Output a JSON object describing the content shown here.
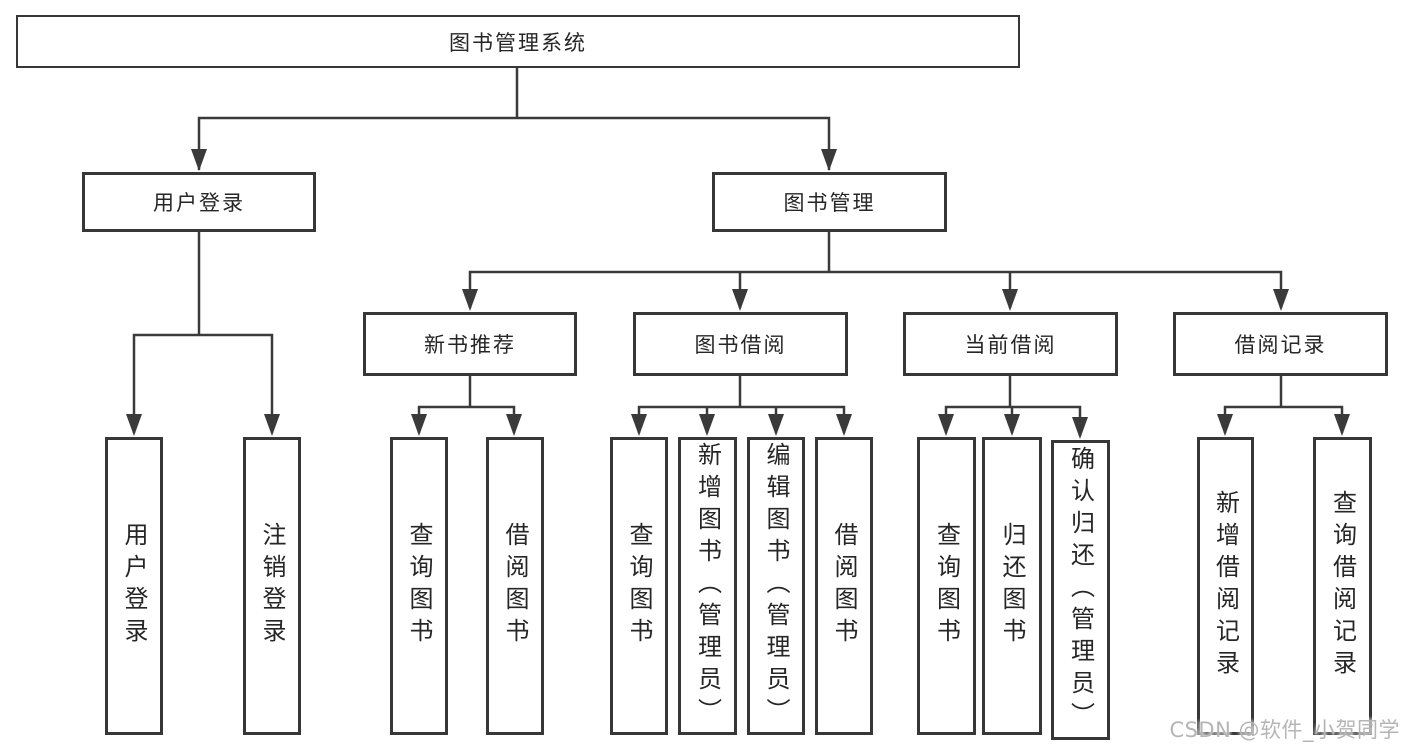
{
  "tree": {
    "root": {
      "label": "图书管理系统"
    },
    "branches": [
      {
        "label": "用户登录",
        "children": [
          {
            "label": "用户登录"
          },
          {
            "label": "注销登录"
          }
        ]
      },
      {
        "label": "图书管理",
        "sections": [
          {
            "label": "新书推荐",
            "children": [
              {
                "label": "查询图书"
              },
              {
                "label": "借阅图书"
              }
            ]
          },
          {
            "label": "图书借阅",
            "children": [
              {
                "label": "查询图书"
              },
              {
                "label": "新增图书（管理员）"
              },
              {
                "label": "编辑图书（管理员）"
              },
              {
                "label": "借阅图书"
              }
            ]
          },
          {
            "label": "当前借阅",
            "children": [
              {
                "label": "查询图书"
              },
              {
                "label": "归还图书"
              },
              {
                "label": "确认归还（管理员）"
              }
            ]
          },
          {
            "label": "借阅记录",
            "children": [
              {
                "label": "新增借阅记录"
              },
              {
                "label": "查询借阅记录"
              }
            ]
          }
        ]
      }
    ]
  },
  "watermark": {
    "text": "CSDN @软件_小贺同学"
  },
  "colors": {
    "line": "#3a3a3a",
    "box_border": "#373737",
    "text": "#262626",
    "watermark": "#b5b5b5",
    "background": "#ffffff"
  }
}
